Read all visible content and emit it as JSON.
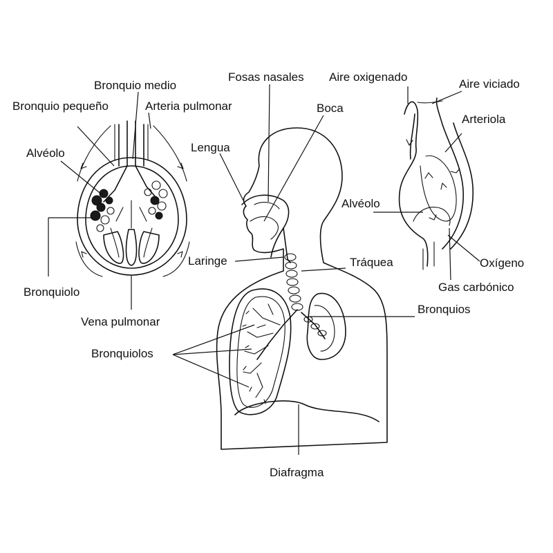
{
  "labels": {
    "bronquio_medio": "Bronquio medio",
    "bronquio_pequeno": "Bronquio pequeño",
    "arteria_pulmonar": "Arteria pulmonar",
    "alveolo_left": "Alvéolo",
    "bronquiolo": "Bronquiolo",
    "vena_pulmonar": "Vena pulmonar",
    "fosas_nasales": "Fosas nasales",
    "boca": "Boca",
    "lengua": "Lengua",
    "laringe": "Laringe",
    "traquea": "Tráquea",
    "bronquios": "Bronquios",
    "bronquiolos": "Bronquiolos",
    "diafragma": "Diafragma",
    "aire_oxigenado": "Aire oxigenado",
    "aire_viciado": "Aire viciado",
    "arteriola": "Arteriola",
    "alveolo_right": "Alvéolo",
    "oxigeno": "Oxígeno",
    "gas_carbonico": "Gas carbónico"
  },
  "colors": {
    "ink": "#111111",
    "background": "#ffffff"
  }
}
